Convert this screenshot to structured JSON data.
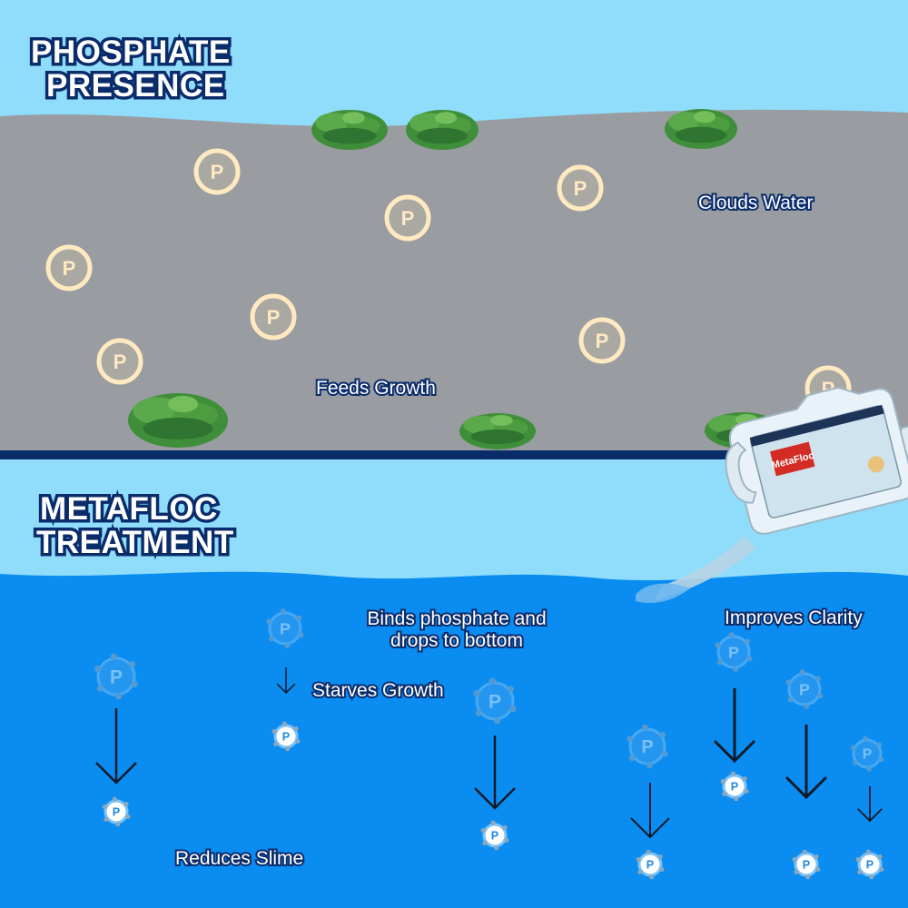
{
  "top_section": {
    "heading_line1": "PHOSPHATE",
    "heading_line2": "PRESENCE",
    "clouds_label": "Clouds Water",
    "feeds_label": "Feeds Growth",
    "phosphate_symbol": "P"
  },
  "bottom_section": {
    "heading_line1": "METAFLOC",
    "heading_line2": "TREATMENT",
    "binds_line1": "Binds phosphate and",
    "binds_line2": "drops to bottom",
    "starves_label": "Starves Growth",
    "clarity_label": "Improves Clarity",
    "slime_label": "Reduces Slime",
    "jug_brand": "MetaFloc"
  },
  "colors": {
    "sky": "#8fdcfb",
    "murky_water": "#999ca1",
    "clear_water": "#0a8cf0",
    "divider": "#0b2c6b",
    "phosphate_fill": "#ffe9c0",
    "algae": "#3f8f3a"
  }
}
